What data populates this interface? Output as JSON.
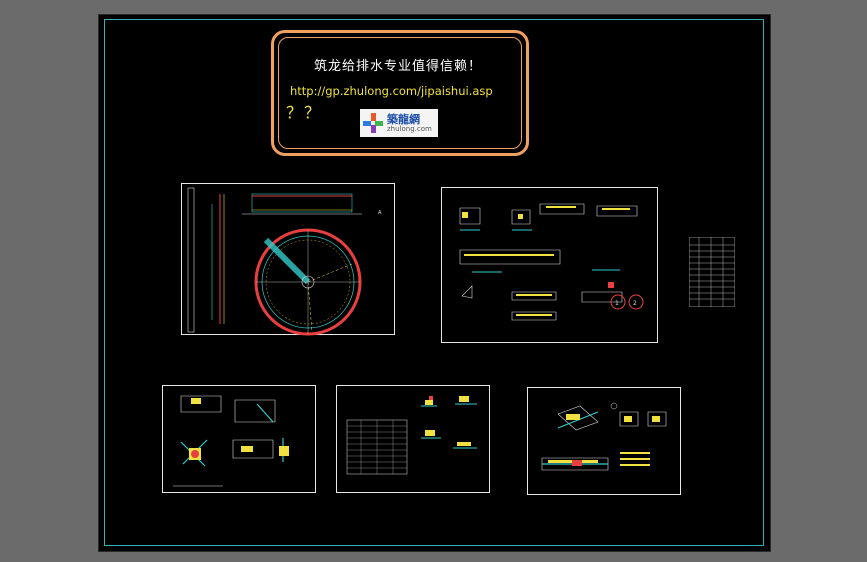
{
  "banner": {
    "title": "筑龙给排水专业值得信赖！",
    "url": "http://gp.zhulong.com/jipaishui.asp",
    "marks": "？？",
    "logo": {
      "name_cn": "築龍網",
      "site": "zhulong.com"
    }
  },
  "colors": {
    "canvas": "#000000",
    "workspace": "#6b6b6b",
    "frame": "#2fb3b3",
    "banner_border": "#f0a060",
    "text_yellow": "#f0e040",
    "sheet_border": "#e6e6e6"
  },
  "sheets": [
    {
      "id": "sheet-1",
      "content": "circular tank plan and section"
    },
    {
      "id": "sheet-2",
      "content": "detail drawings"
    },
    {
      "id": "sheet-3",
      "content": "schedule table"
    },
    {
      "id": "sheet-4",
      "content": "pipe details"
    },
    {
      "id": "sheet-5",
      "content": "details with table"
    },
    {
      "id": "sheet-6",
      "content": "inlet details"
    }
  ]
}
